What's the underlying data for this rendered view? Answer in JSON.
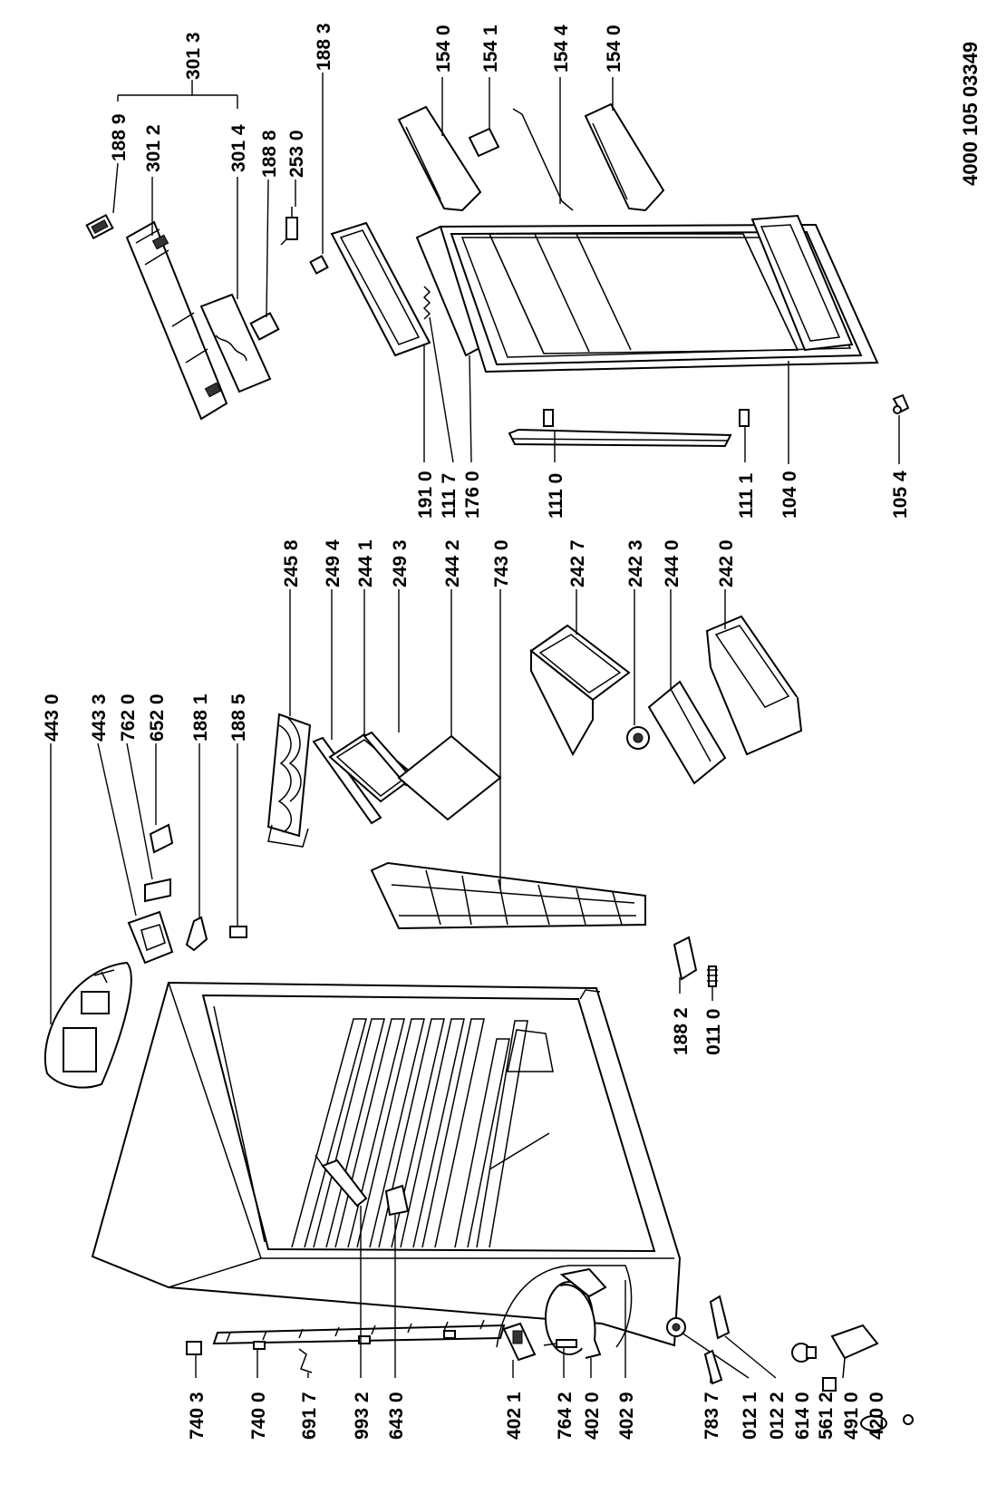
{
  "document_number": "4000 105 03349",
  "labels": {
    "l3013": "301 3",
    "l1889": "188 9",
    "l3012": "301 2",
    "l3014": "301 4",
    "l1888": "188 8",
    "l2530": "253 0",
    "l1883": "188 3",
    "l1540a": "154 0",
    "l1541": "154 1",
    "l1544": "154 4",
    "l1540b": "154 0",
    "l1910": "191 0",
    "l1117": "111 7",
    "l1760": "176 0",
    "l1110": "111 0",
    "l1111": "111 1",
    "l1040": "104 0",
    "l1054": "105 4",
    "l2458": "245 8",
    "l2494": "249 4",
    "l2441": "244 1",
    "l2493": "249 3",
    "l2442": "244 2",
    "l7430": "743 0",
    "l2427": "242 7",
    "l2423": "242 3",
    "l2440": "244 0",
    "l2420": "242 0",
    "l4430": "443 0",
    "l4433": "443 3",
    "l7620": "762 0",
    "l6520": "652 0",
    "l1881": "188 1",
    "l1885": "188 5",
    "l1882": "188 2",
    "l0110": "011 0",
    "l7403": "740 3",
    "l7400": "740 0",
    "l6917": "691 7",
    "l9932": "993 2",
    "l6430": "643 0",
    "l4021": "402 1",
    "l7642": "764 2",
    "l4020": "402 0",
    "l4029": "402 9",
    "l7837": "783 7",
    "l0121": "012 1",
    "l0122": "012 2",
    "l6140": "614 0",
    "l5612": "561 2",
    "l4910": "491 0",
    "l4200": "420 0"
  }
}
